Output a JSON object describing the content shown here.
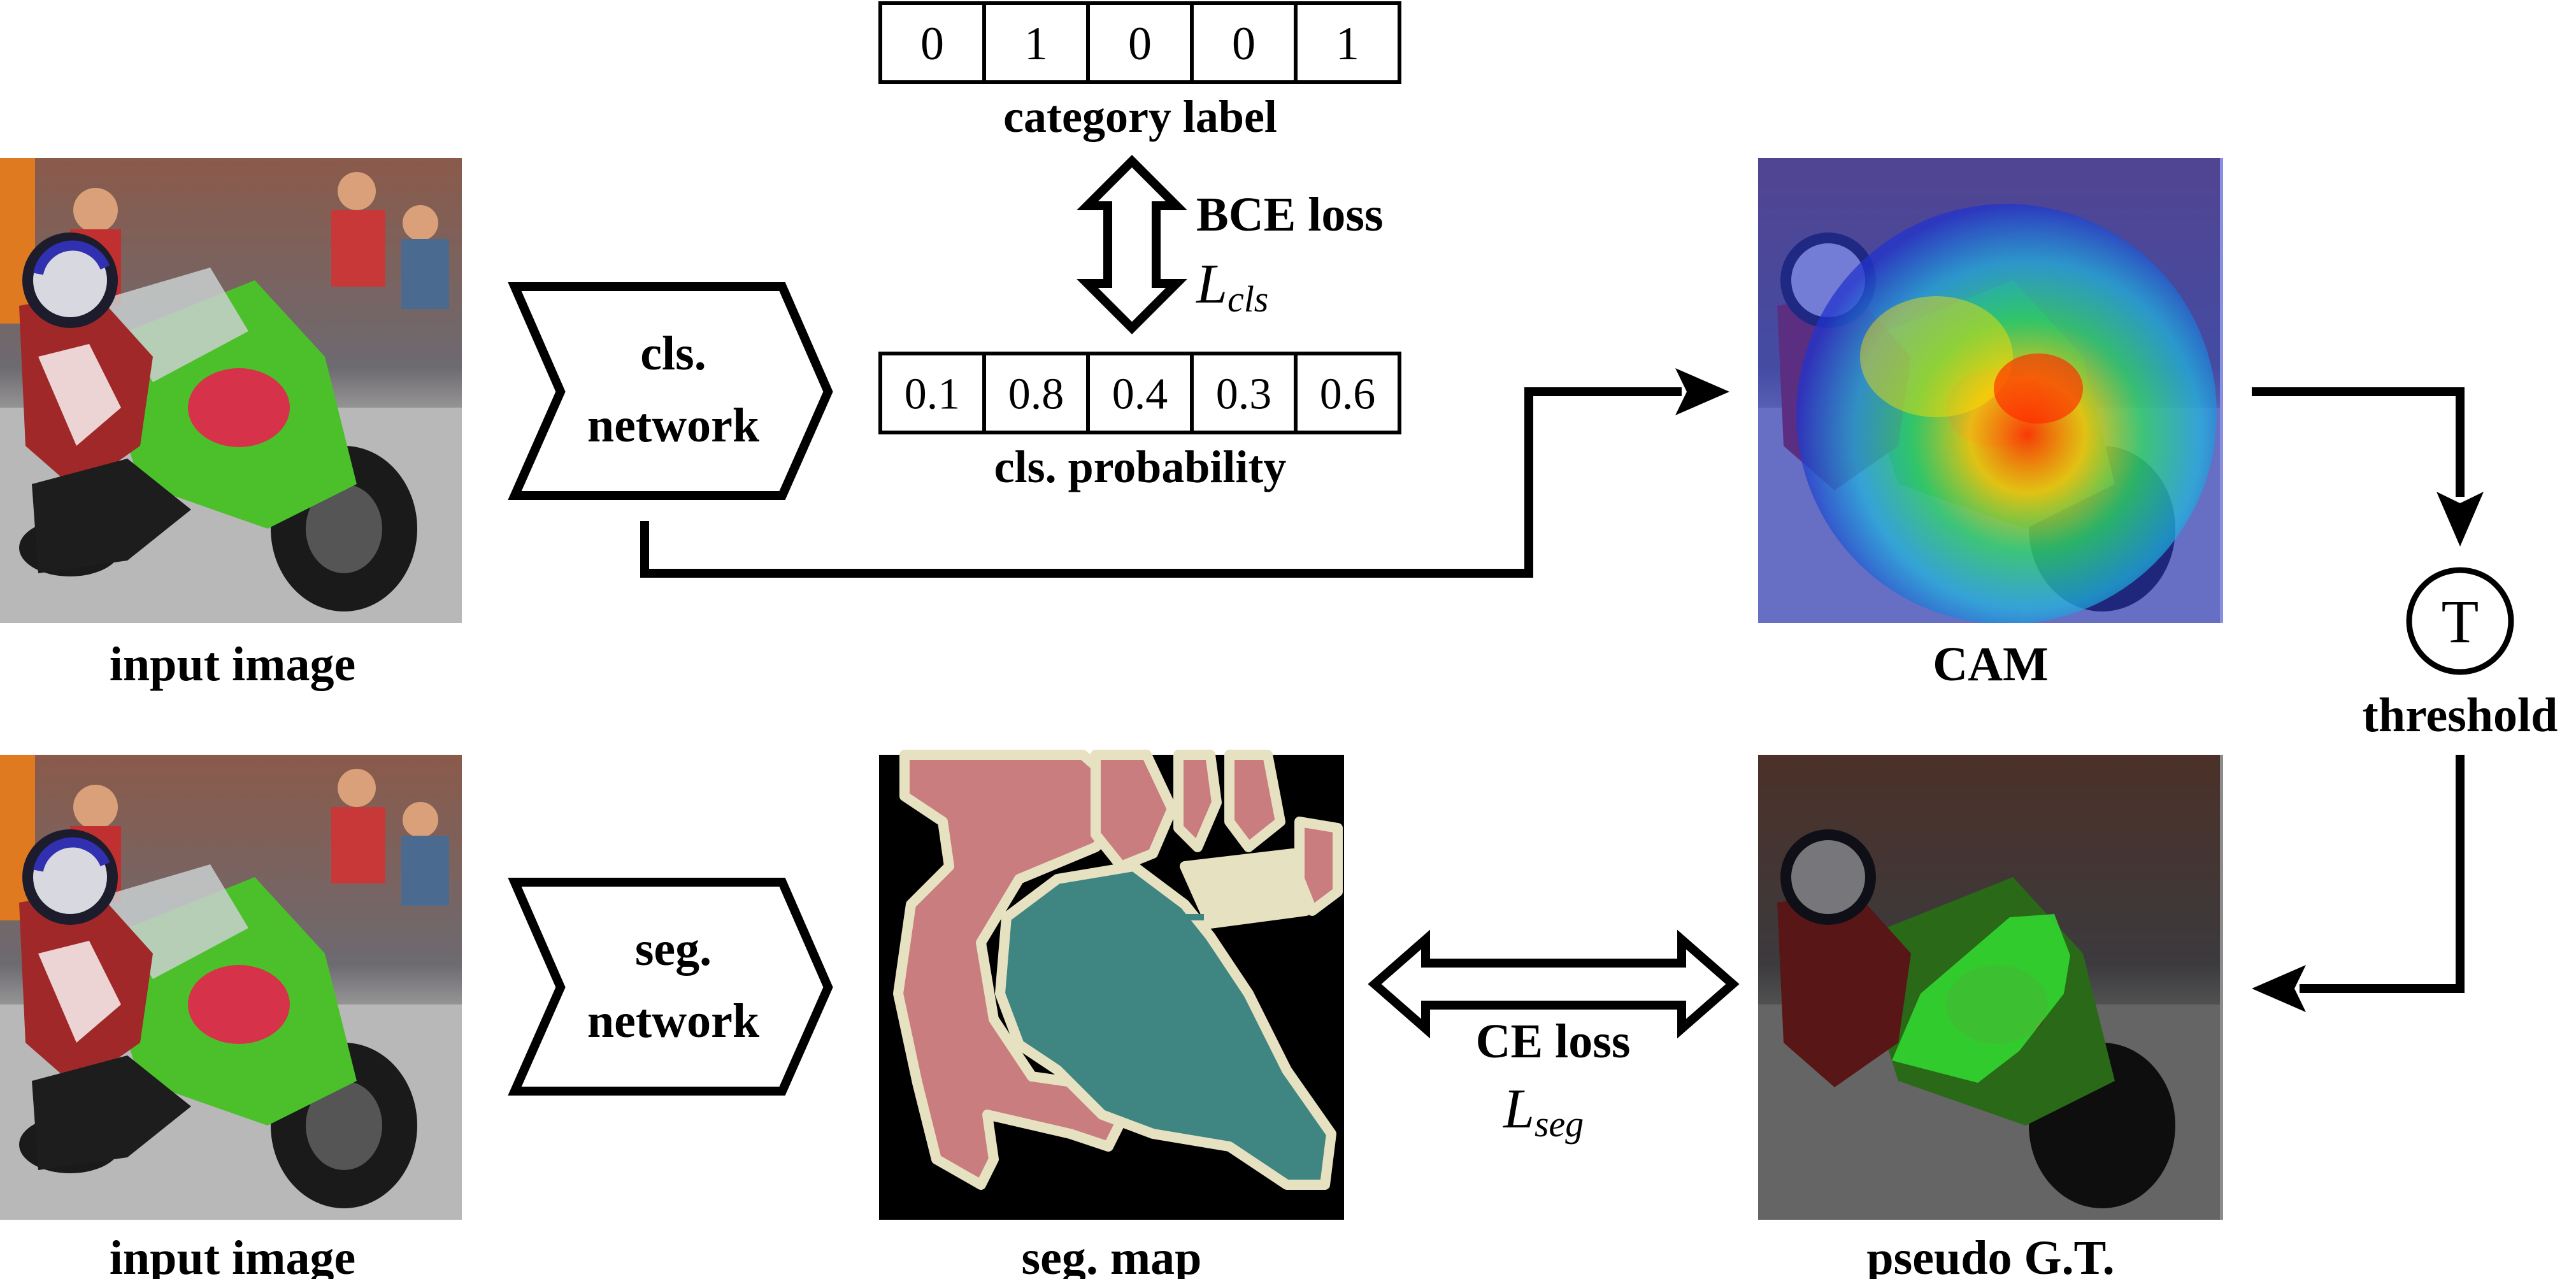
{
  "labels": {
    "input_image_top": "input image",
    "input_image_bottom": "input image",
    "cls_network_line1": "cls.",
    "cls_network_line2": "network",
    "seg_network_line1": "seg.",
    "seg_network_line2": "network",
    "category_label": "category label",
    "cls_probability": "cls. probability",
    "bce_loss": "BCE loss",
    "l_cls_main": "L",
    "l_cls_sub": "cls",
    "cam": "CAM",
    "threshold": "threshold",
    "threshold_symbol": "T",
    "seg_map": "seg. map",
    "ce_loss": "CE loss",
    "l_seg_main": "L",
    "l_seg_sub": "seg",
    "pseudo_gt": "pseudo G.T."
  },
  "category_label_values": [
    "0",
    "1",
    "0",
    "0",
    "1"
  ],
  "cls_probability_values": [
    "0.1",
    "0.8",
    "0.4",
    "0.3",
    "0.6"
  ],
  "colors": {
    "line": "#000000",
    "seg_background": "#000000",
    "seg_person": "#c97d7f",
    "seg_motorbike": "#3f8581",
    "seg_boundary": "#e6e1c0",
    "pseudo_gt_mask": "#33dd33",
    "cam_hot": "#ff3300",
    "cam_cold": "#2233cc"
  }
}
